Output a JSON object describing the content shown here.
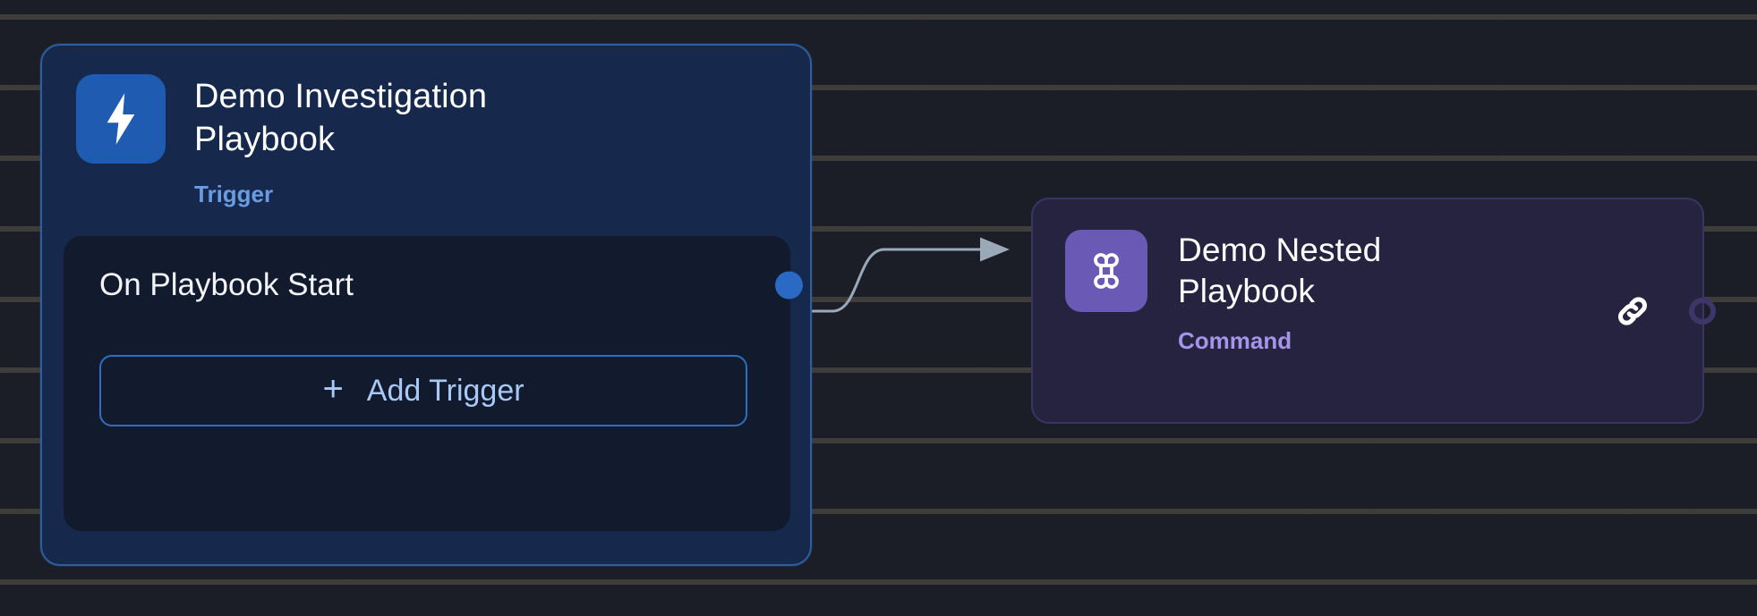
{
  "canvas": {
    "background_color": "#1b1e27",
    "grid_dot_color": "#3e3d3a"
  },
  "nodes": [
    {
      "id": "trigger-node",
      "title": "Demo Investigation Playbook",
      "subtitle": "Trigger",
      "icon": "lightning-bolt-icon",
      "icon_bg_color": "#1f5bb0",
      "background_color": "#16294c",
      "border_color": "#2f5d9e",
      "subtitle_color": "#6b9be0",
      "inner_card": {
        "label": "On Playbook Start",
        "background_color": "#121a2d",
        "button": {
          "label": "Add Trigger",
          "plus": "+",
          "text_color": "#a8c9f5",
          "border_color": "#2f6ebd"
        },
        "output_handle_color": "#2a6ac4"
      }
    },
    {
      "id": "command-node",
      "title": "Demo Nested Playbook",
      "subtitle": "Command",
      "icon": "command-icon",
      "icon_glyph": "⌘",
      "icon_bg_color": "#6a59b5",
      "background_color": "#262340",
      "border_color": "#3b3460",
      "subtitle_color": "#a594e8",
      "link_icon": "link-icon",
      "input_handle_color": "#3e3668"
    }
  ],
  "edges": [
    {
      "id": "trigger-to-command",
      "from": "trigger-node",
      "to": "command-node",
      "color": "#9aa8b8",
      "arrowhead": true
    }
  ]
}
